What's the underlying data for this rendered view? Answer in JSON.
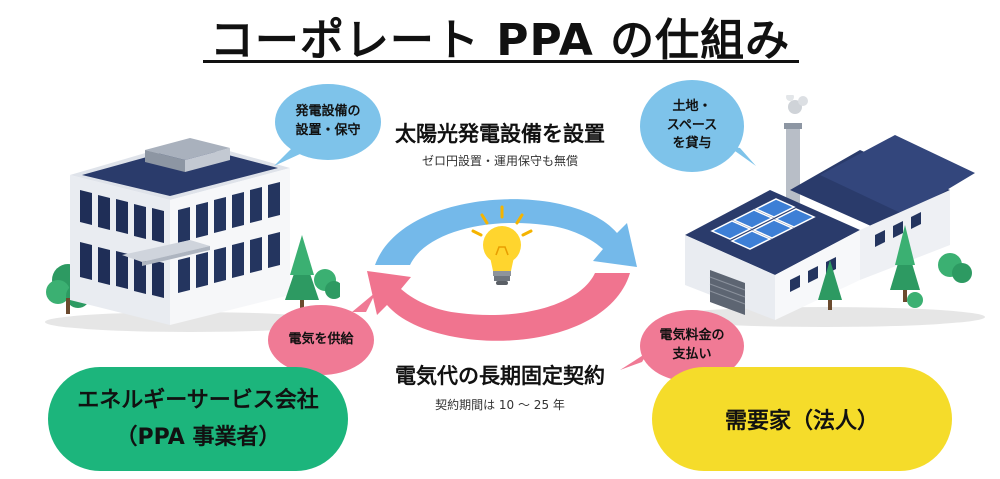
{
  "title": "コーポレート PPA の仕組み",
  "bubbles": {
    "install_maintain": "発電設備の\n設置・保守",
    "supply": "電気を供給",
    "lend_space": "土地・\nスペース\nを貸与",
    "pay_fee": "電気料金の\n支払い"
  },
  "center": {
    "top_heading": "太陽光発電設備を設置",
    "top_sub": "ゼロ円設置・運用保守も無償",
    "bottom_heading": "電気代の長期固定契約",
    "bottom_sub": "契約期間は 10 〜 25 年"
  },
  "parties": {
    "provider_line1": "エネルギーサービス会社",
    "provider_line2": "（PPA 事業者）",
    "consumer": "需要家（法人）"
  },
  "colors": {
    "blue_arrow": "#74b9ea",
    "pink_arrow": "#f0748f",
    "green_pill": "#1cb57c",
    "yellow_pill": "#f5dc2a",
    "bulb": "#ffd52e"
  },
  "icons": {
    "left_building": "office-building-icon",
    "right_building": "factory-with-solar-panels-icon",
    "center": "light-bulb-icon"
  }
}
